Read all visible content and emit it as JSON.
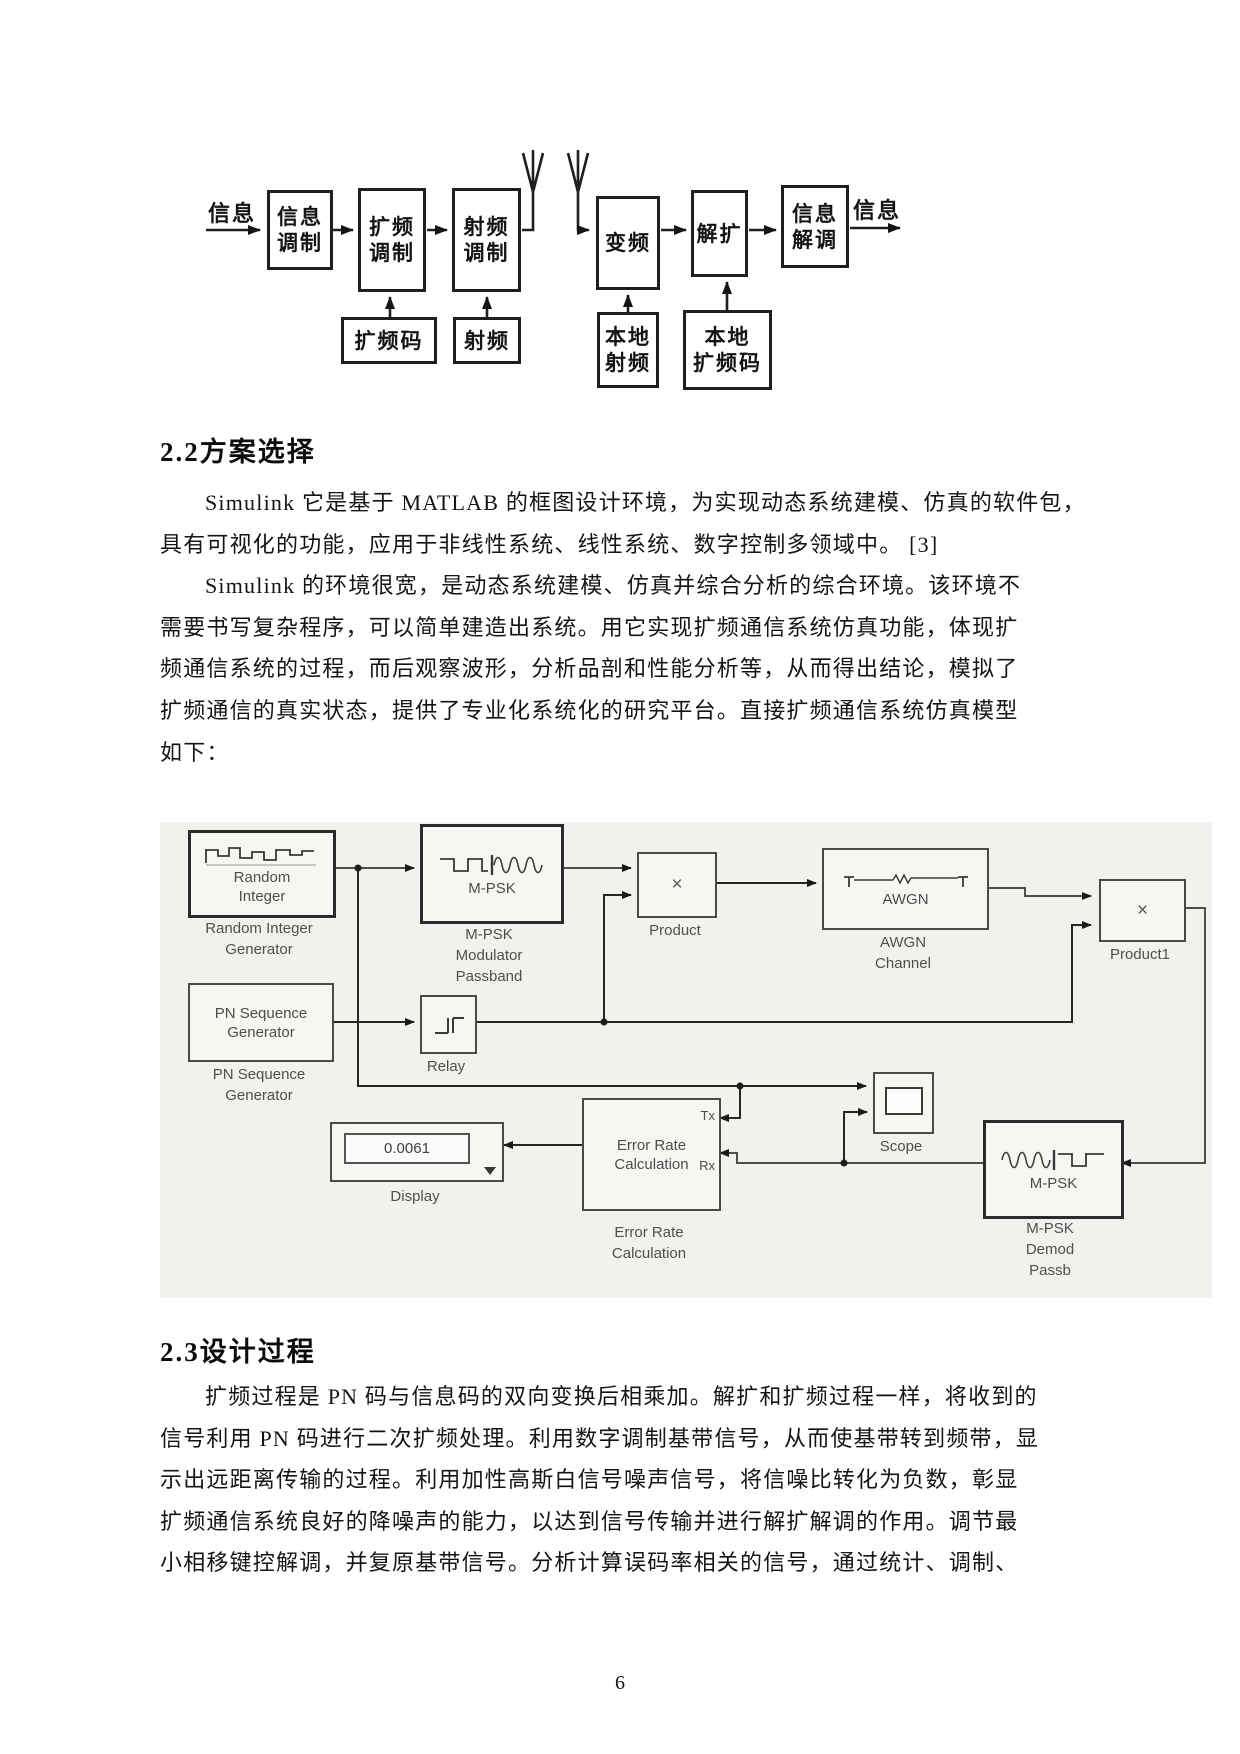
{
  "page_number": "6",
  "block_diagram": {
    "input_label": "信息",
    "output_label": "信息",
    "boxes": {
      "modulate": [
        "信息",
        "调制"
      ],
      "spread_mod": [
        "扩频",
        "调制"
      ],
      "rf_mod": [
        "射频",
        "调制"
      ],
      "convert": [
        "变频"
      ],
      "despread": [
        "解扩"
      ],
      "demod": [
        "信息",
        "解调"
      ],
      "spread_code": [
        "扩频码"
      ],
      "rf": [
        "射频"
      ],
      "local_rf": [
        "本地",
        "射频"
      ],
      "local_spread_code": [
        "本地",
        "扩频码"
      ]
    }
  },
  "sections": {
    "s22": {
      "heading": "2.2方案选择",
      "para1": [
        "Simulink 它是基于 MATLAB 的框图设计环境，为实现动态系统建模、仿真的软件包，",
        "具有可视化的功能，应用于非线性系统、线性系统、数字控制多领域中。 [3]"
      ],
      "para2": [
        "Simulink 的环境很宽，是动态系统建模、仿真并综合分析的综合环境。该环境不",
        "需要书写复杂程序，可以简单建造出系统。用它实现扩频通信系统仿真功能，体现扩",
        "频通信系统的过程，而后观察波形，分析品剖和性能分析等，从而得出结论，模拟了",
        "扩频通信的真实状态，提供了专业化系统化的研究平台。直接扩频通信系统仿真模型",
        "如下："
      ]
    },
    "s23": {
      "heading": "2.3设计过程",
      "para1": [
        "扩频过程是 PN 码与信息码的双向变换后相乘加。解扩和扩频过程一样，将收到的",
        "信号利用 PN 码进行二次扩频处理。利用数字调制基带信号，从而使基带转到频带，显",
        "示出远距离传输的过程。利用加性高斯白信号噪声信号，将信噪比转化为负数，彰显",
        "扩频通信系统良好的降噪声的能力，以达到信号传输并进行解扩解调的作用。调节最",
        "小相移键控解调，并复原基带信号。分析计算误码率相关的信号，通过统计、调制、"
      ]
    }
  },
  "simulink": {
    "blocks": {
      "random_integer": {
        "text": [
          "Random",
          "Integer"
        ],
        "label": [
          "Random Integer",
          "Generator"
        ]
      },
      "mpsk_mod": {
        "text": [
          "M-PSK"
        ],
        "label": [
          "M-PSK",
          "Modulator",
          "Passband"
        ]
      },
      "product": {
        "symbol": "×",
        "label": [
          "Product"
        ]
      },
      "awgn": {
        "text": [
          "AWGN"
        ],
        "label": [
          "AWGN",
          "Channel"
        ]
      },
      "product1": {
        "symbol": "×",
        "label": [
          "Product1"
        ]
      },
      "pn_generator": {
        "text": [
          "PN Sequence",
          "Generator"
        ],
        "label": [
          "PN Sequence",
          "Generator"
        ]
      },
      "relay": {
        "label": [
          "Relay"
        ]
      },
      "display": {
        "value": "0.0061",
        "label": [
          "Display"
        ]
      },
      "error_rate": {
        "text": [
          "Error Rate",
          "Calculation"
        ],
        "port_tx": "Tx",
        "port_rx": "Rx",
        "label": [
          "Error Rate",
          "Calculation"
        ]
      },
      "scope": {
        "label": [
          "Scope"
        ]
      },
      "mpsk_demod": {
        "text": [
          "M-PSK"
        ],
        "label": [
          "M-PSK",
          "Demod",
          "Passb"
        ]
      }
    }
  }
}
